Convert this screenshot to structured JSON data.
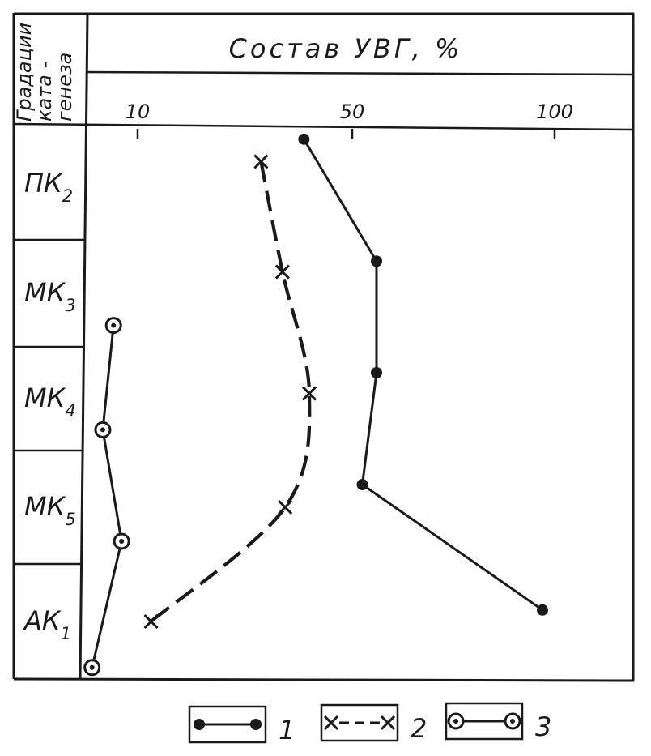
{
  "chart_data": {
    "type": "line",
    "title": "Состав УВГ, %",
    "ylabel": "Градации ката-генеза",
    "ylabel_lines": [
      "Градации",
      "ката -",
      "генеза"
    ],
    "x_ticks": [
      10,
      50,
      100
    ],
    "categories": [
      {
        "base": "ПК",
        "sub": "2"
      },
      {
        "base": "МК",
        "sub": "3"
      },
      {
        "base": "МК",
        "sub": "4"
      },
      {
        "base": "МК",
        "sub": "5"
      },
      {
        "base": "АК",
        "sub": "1"
      }
    ],
    "series": [
      {
        "name": "1",
        "style": "solid-dot",
        "points": [
          {
            "x": 41,
            "y": 0.1
          },
          {
            "x": 56,
            "y": 1.2
          },
          {
            "x": 56,
            "y": 2.25
          },
          {
            "x": 52.5,
            "y": 3.3
          },
          {
            "x": 97,
            "y": 4.4
          }
        ]
      },
      {
        "name": "2",
        "style": "dashed-cross",
        "points": [
          {
            "x": 33,
            "y": 0.3
          },
          {
            "x": 37,
            "y": 1.3
          },
          {
            "x": 42,
            "y": 2.45
          },
          {
            "x": 37.5,
            "y": 3.5
          },
          {
            "x": 12.5,
            "y": 4.5
          }
        ]
      },
      {
        "name": "3",
        "style": "solid-ringed-dot",
        "points": [
          {
            "x": 5.5,
            "y": 1.8
          },
          {
            "x": 3.5,
            "y": 2.8
          },
          {
            "x": 7,
            "y": 3.8
          },
          {
            "x": 1.5,
            "y": 4.9
          }
        ]
      }
    ],
    "legend": [
      {
        "label": "1",
        "style": "solid-dot"
      },
      {
        "label": "2",
        "style": "dashed-cross"
      },
      {
        "label": "3",
        "style": "solid-ringed-dot"
      }
    ],
    "legend_position": "bottom"
  }
}
